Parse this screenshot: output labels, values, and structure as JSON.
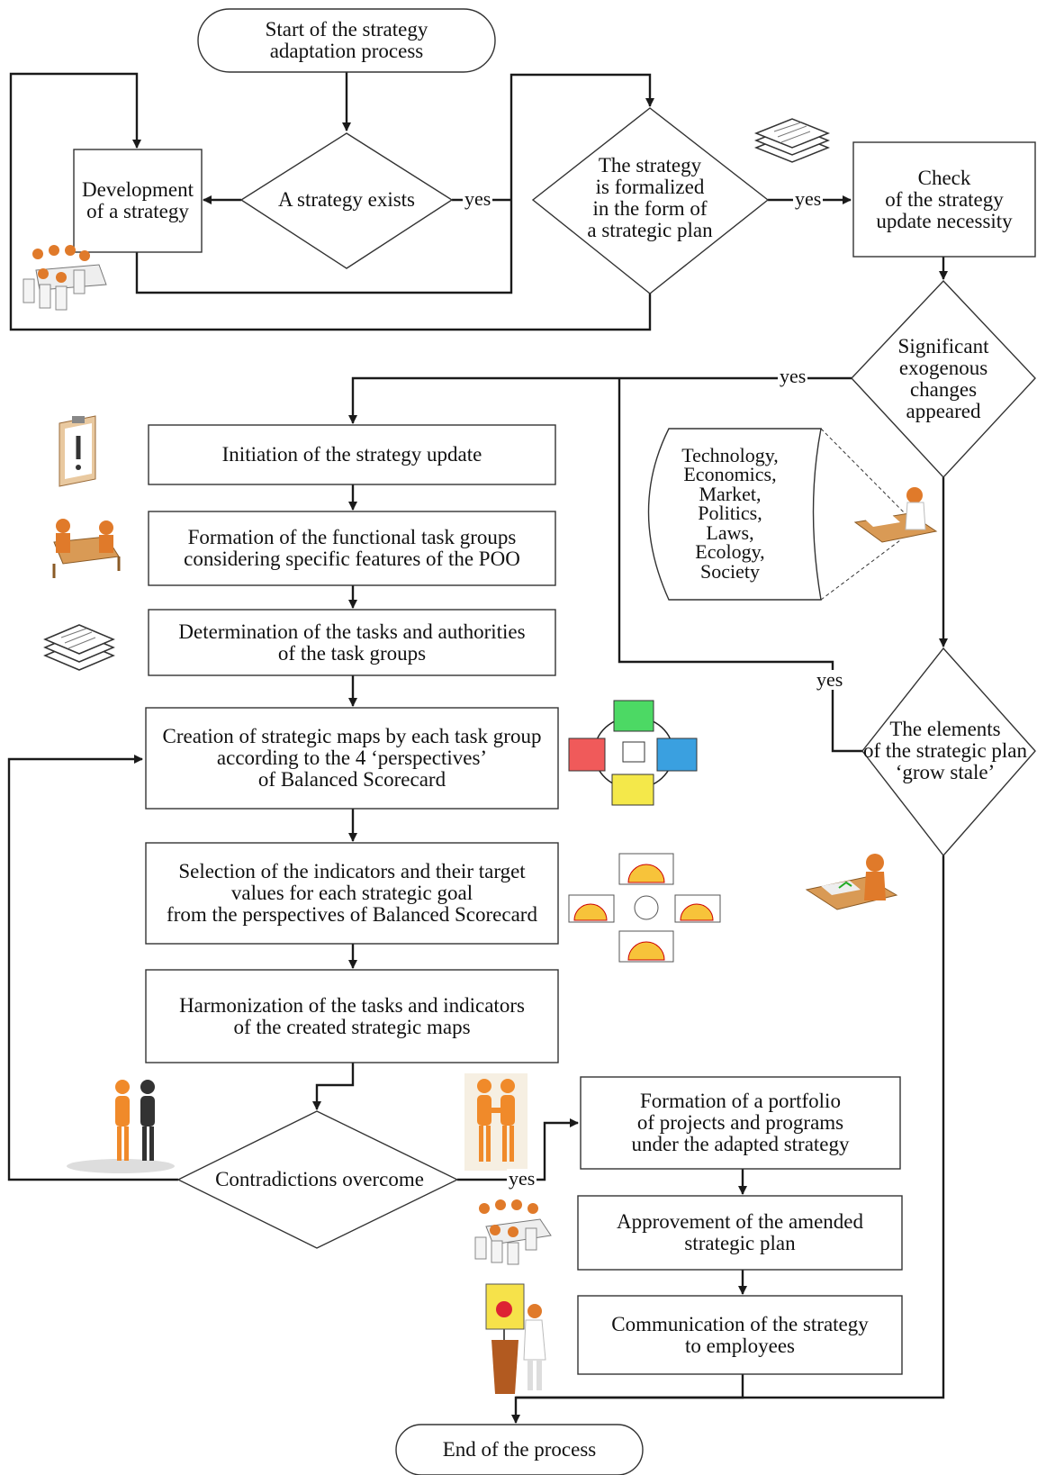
{
  "nodes": {
    "start": "Start of the strategy\nadaptation process",
    "development": "Development\nof a strategy",
    "strategy_exists": "A strategy exists",
    "formalized": "The strategy\nis formalized\nin the form of\na strategic plan",
    "check": "Check\nof the strategy\nupdate necessity",
    "significant": "Significant\nexogenous\nchanges\nappeared",
    "factors": "Technology,\nEconomics,\nMarket,\nPolitics,\nLaws,\nEcology,\nSociety",
    "initiation": "Initiation of the strategy update",
    "formation_groups": "Formation of the functional task groups\nconsidering specific features of the POO",
    "determination": "Determination of the tasks and authorities\nof the task groups",
    "creation_maps": "Creation of strategic maps by each task group\naccording to the 4 ‘perspectives’\nof Balanced Scorecard",
    "selection": "Selection of the indicators and their target\nvalues for each strategic goal\nfrom the perspectives of Balanced Scorecard",
    "harmonization": "Harmonization of the tasks and indicators\nof the created strategic maps",
    "grow_stale": "The elements\nof the strategic plan\n‘grow stale’",
    "contradictions": "Contradictions overcome",
    "portfolio": "Formation of a portfolio\nof projects and programs\nunder the adapted strategy",
    "approvement": "Approvement of the amended\nstrategic plan",
    "communication": "Communication of the strategy\nto employees",
    "end": "End of the process"
  },
  "edge_labels": {
    "yes": "yes"
  },
  "colors": {
    "line": "#1a1a1a",
    "person": "#e07a2a",
    "bsc_financial": "#4cd964",
    "bsc_customer": "#f05a5a",
    "bsc_internal": "#3aa0e0",
    "bsc_learning": "#f4e84a"
  },
  "icons": [
    "meeting-people-icon",
    "document-stack-icon",
    "clipboard-warning-icon",
    "task-group-icon",
    "bsc-map-icon",
    "bsc-gauges-icon",
    "desk-worker-icon",
    "analyst-desk-icon",
    "two-people-icon",
    "handshake-icon",
    "board-meeting-icon",
    "presenter-icon"
  ]
}
